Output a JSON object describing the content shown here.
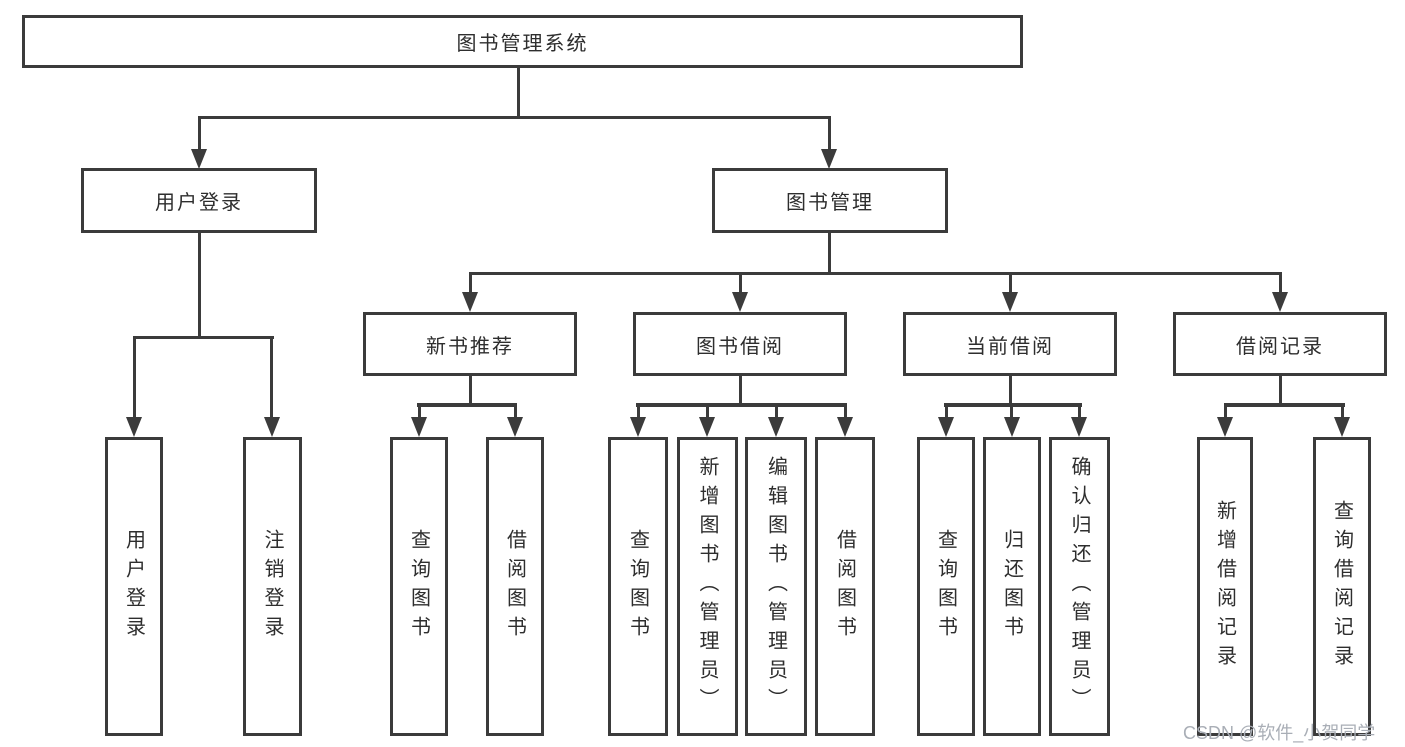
{
  "diagram": {
    "root": {
      "label": "图书管理系统"
    },
    "user_login": {
      "label": "用户登录",
      "children": [
        {
          "label": "用户登录"
        },
        {
          "label": "注销登录"
        }
      ]
    },
    "book_mgmt": {
      "label": "图书管理",
      "children": [
        {
          "label": "新书推荐",
          "children": [
            {
              "label": "查询图书"
            },
            {
              "label": "借阅图书"
            }
          ]
        },
        {
          "label": "图书借阅",
          "children": [
            {
              "label": "查询图书"
            },
            {
              "label": "新增图书（管理员）"
            },
            {
              "label": "编辑图书（管理员）"
            },
            {
              "label": "借阅图书"
            }
          ]
        },
        {
          "label": "当前借阅",
          "children": [
            {
              "label": "查询图书"
            },
            {
              "label": "归还图书"
            },
            {
              "label": "确认归还（管理员）"
            }
          ]
        },
        {
          "label": "借阅记录",
          "children": [
            {
              "label": "新增借阅记录"
            },
            {
              "label": "查询借阅记录"
            }
          ]
        }
      ]
    }
  },
  "watermark": {
    "text": "CSDN @软件_小贺同学"
  },
  "colors": {
    "line": "#3b3b3b",
    "text": "#2e2e2e",
    "watermark": "#a9aeb6",
    "background": "#ffffff"
  }
}
